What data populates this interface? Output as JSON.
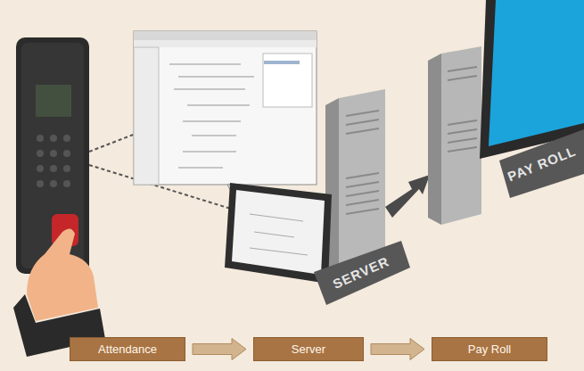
{
  "diagram": {
    "nodes": [
      {
        "text": [
          "Attendance"
        ]
      },
      {
        "text": [
          "Server"
        ]
      },
      {
        "text": [
          "Pay Roll"
        ]
      }
    ],
    "edges": [
      {
        "from": 0,
        "to": 1,
        "arrow": "to"
      },
      {
        "from": 1,
        "to": 2,
        "arrow": "to"
      }
    ],
    "labels": [
      "SERVER",
      "PAY ROLL"
    ]
  }
}
